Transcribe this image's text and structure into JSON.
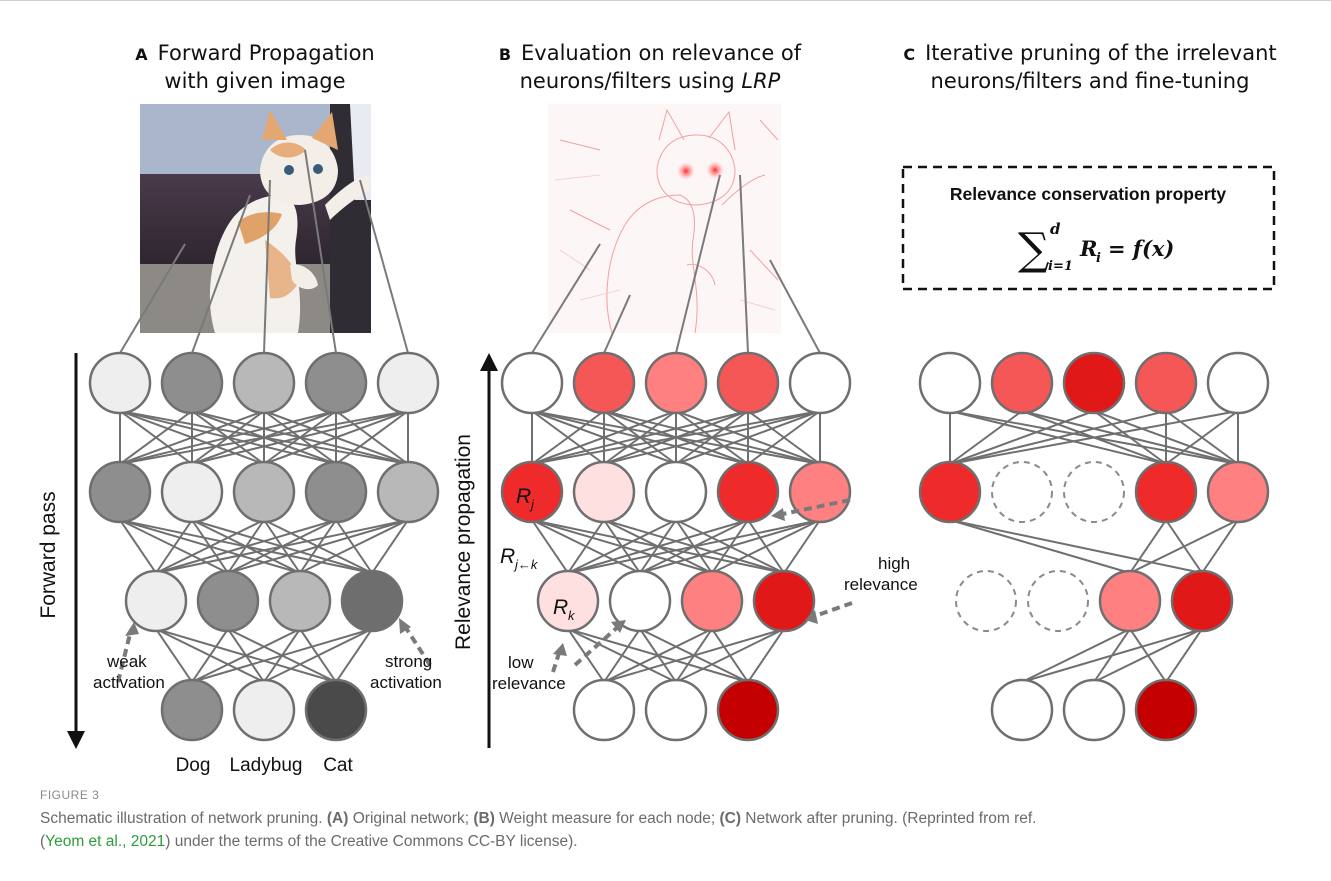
{
  "panels": {
    "a": {
      "letter": "A",
      "title_line1": "Forward Propagation",
      "title_line2": "with given image"
    },
    "b": {
      "letter": "B",
      "title_line1": "Evaluation on relevance of",
      "title_line2": "neurons/filters using ",
      "title_italic": "LRP"
    },
    "c": {
      "letter": "C",
      "title_line1": "Iterative pruning of the irrelevant",
      "title_line2": "neurons/filters and fine-tuning"
    }
  },
  "labels": {
    "forward_pass": "Forward pass",
    "relevance_propagation": "Relevance propagation",
    "weak_activation_1": "weak",
    "weak_activation_2": "activation",
    "strong_activation_1": "strong",
    "strong_activation_2": "activation",
    "low_relevance_1": "low",
    "low_relevance_2": "relevance",
    "high_relevance_1": "high",
    "high_relevance_2": "relevance",
    "rj": "R",
    "rj_sub": "j",
    "rk": "R",
    "rk_sub": "k",
    "rjk": "R",
    "rjk_sub": "j←k",
    "classes": [
      "Dog",
      "Ladybug",
      "Cat"
    ]
  },
  "conservation": {
    "title": "Relevance conservation property",
    "sum_upper": "d",
    "sum_lower": "i=1",
    "term": "R",
    "term_sub": "i",
    "rhs": "= f(x)"
  },
  "colors": {
    "gray_light": "#eeeeee",
    "gray_mid": "#b8b8b8",
    "gray_dark": "#8e8e8e",
    "gray_darker": "#6e6e6e",
    "gray_darkest": "#4a4a4a",
    "red_1": "#ffe0e0",
    "red_2": "#ff8080",
    "red_3": "#f55656",
    "red_4": "#ef2a2a",
    "red_5": "#e01818",
    "red_6": "#c40000",
    "edge": "#6f6f6f",
    "caption_link": "#2e9b3a"
  },
  "caption": {
    "figure_label": "FIGURE 3",
    "text_1": "Schematic illustration of network pruning. ",
    "a_label": "(A)",
    "a_text": " Original network; ",
    "b_label": "(B)",
    "b_text": " Weight measure for each node; ",
    "c_label": "(C)",
    "c_text": " Network after pruning. (Reprinted from ref.",
    "text_2": "(",
    "citation": "Yeom et al., 2021",
    "text_3": ") under the terms of the Creative Commons CC-BY license)."
  }
}
